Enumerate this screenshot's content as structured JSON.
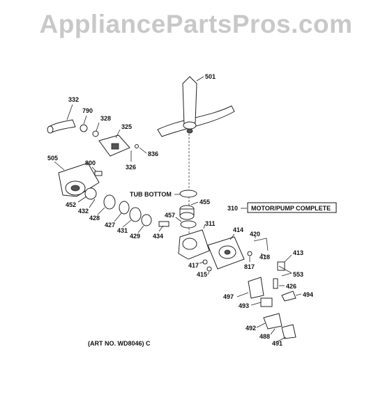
{
  "watermark": "AppliancePartsPros.com",
  "callouts": {
    "tub_bottom": "TUB BOTTOM",
    "motor_pump_code": "310",
    "motor_pump_label": "MOTOR/PUMP COMPLETE"
  },
  "art_number": "(ART NO. WD8046) C",
  "parts": {
    "p501": "501",
    "p332": "332",
    "p790": "790",
    "p328": "328",
    "p325": "325",
    "p836": "836",
    "p326": "326",
    "p505": "505",
    "p800": "800",
    "p455": "455",
    "p452": "452",
    "p432": "432",
    "p428": "428",
    "p427": "427",
    "p431": "431",
    "p429": "429",
    "p457": "457",
    "p434": "434",
    "p311": "311",
    "p414": "414",
    "p420": "420",
    "p418": "418",
    "p413": "413",
    "p817": "817",
    "p553": "553",
    "p417": "417",
    "p415": "415",
    "p426": "426",
    "p494": "494",
    "p497": "497",
    "p493": "493",
    "p492": "492",
    "p488": "488",
    "p491": "491"
  }
}
